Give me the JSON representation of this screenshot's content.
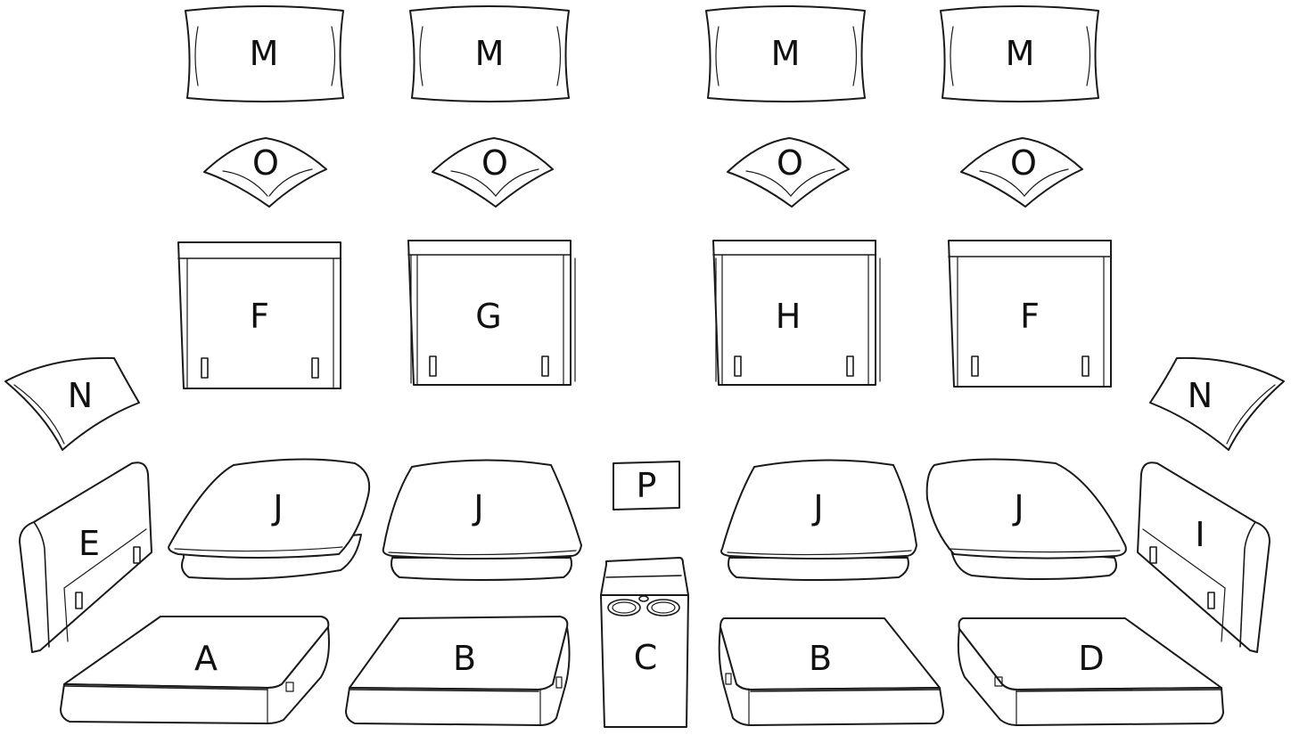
{
  "parts": {
    "M1": "M",
    "M2": "M",
    "M3": "M",
    "M4": "M",
    "O1": "O",
    "O2": "O",
    "O3": "O",
    "O4": "O",
    "F1": "F",
    "G": "G",
    "H": "H",
    "F2": "F",
    "N1": "N",
    "N2": "N",
    "E": "E",
    "I": "I",
    "J1": "J",
    "J2": "J",
    "J3": "J",
    "J4": "J",
    "P": "P",
    "A": "A",
    "B1": "B",
    "C": "C",
    "B2": "B",
    "D": "D"
  },
  "colors": {
    "line": "#1a1a1a",
    "background": "#ffffff",
    "label": "#111111"
  }
}
